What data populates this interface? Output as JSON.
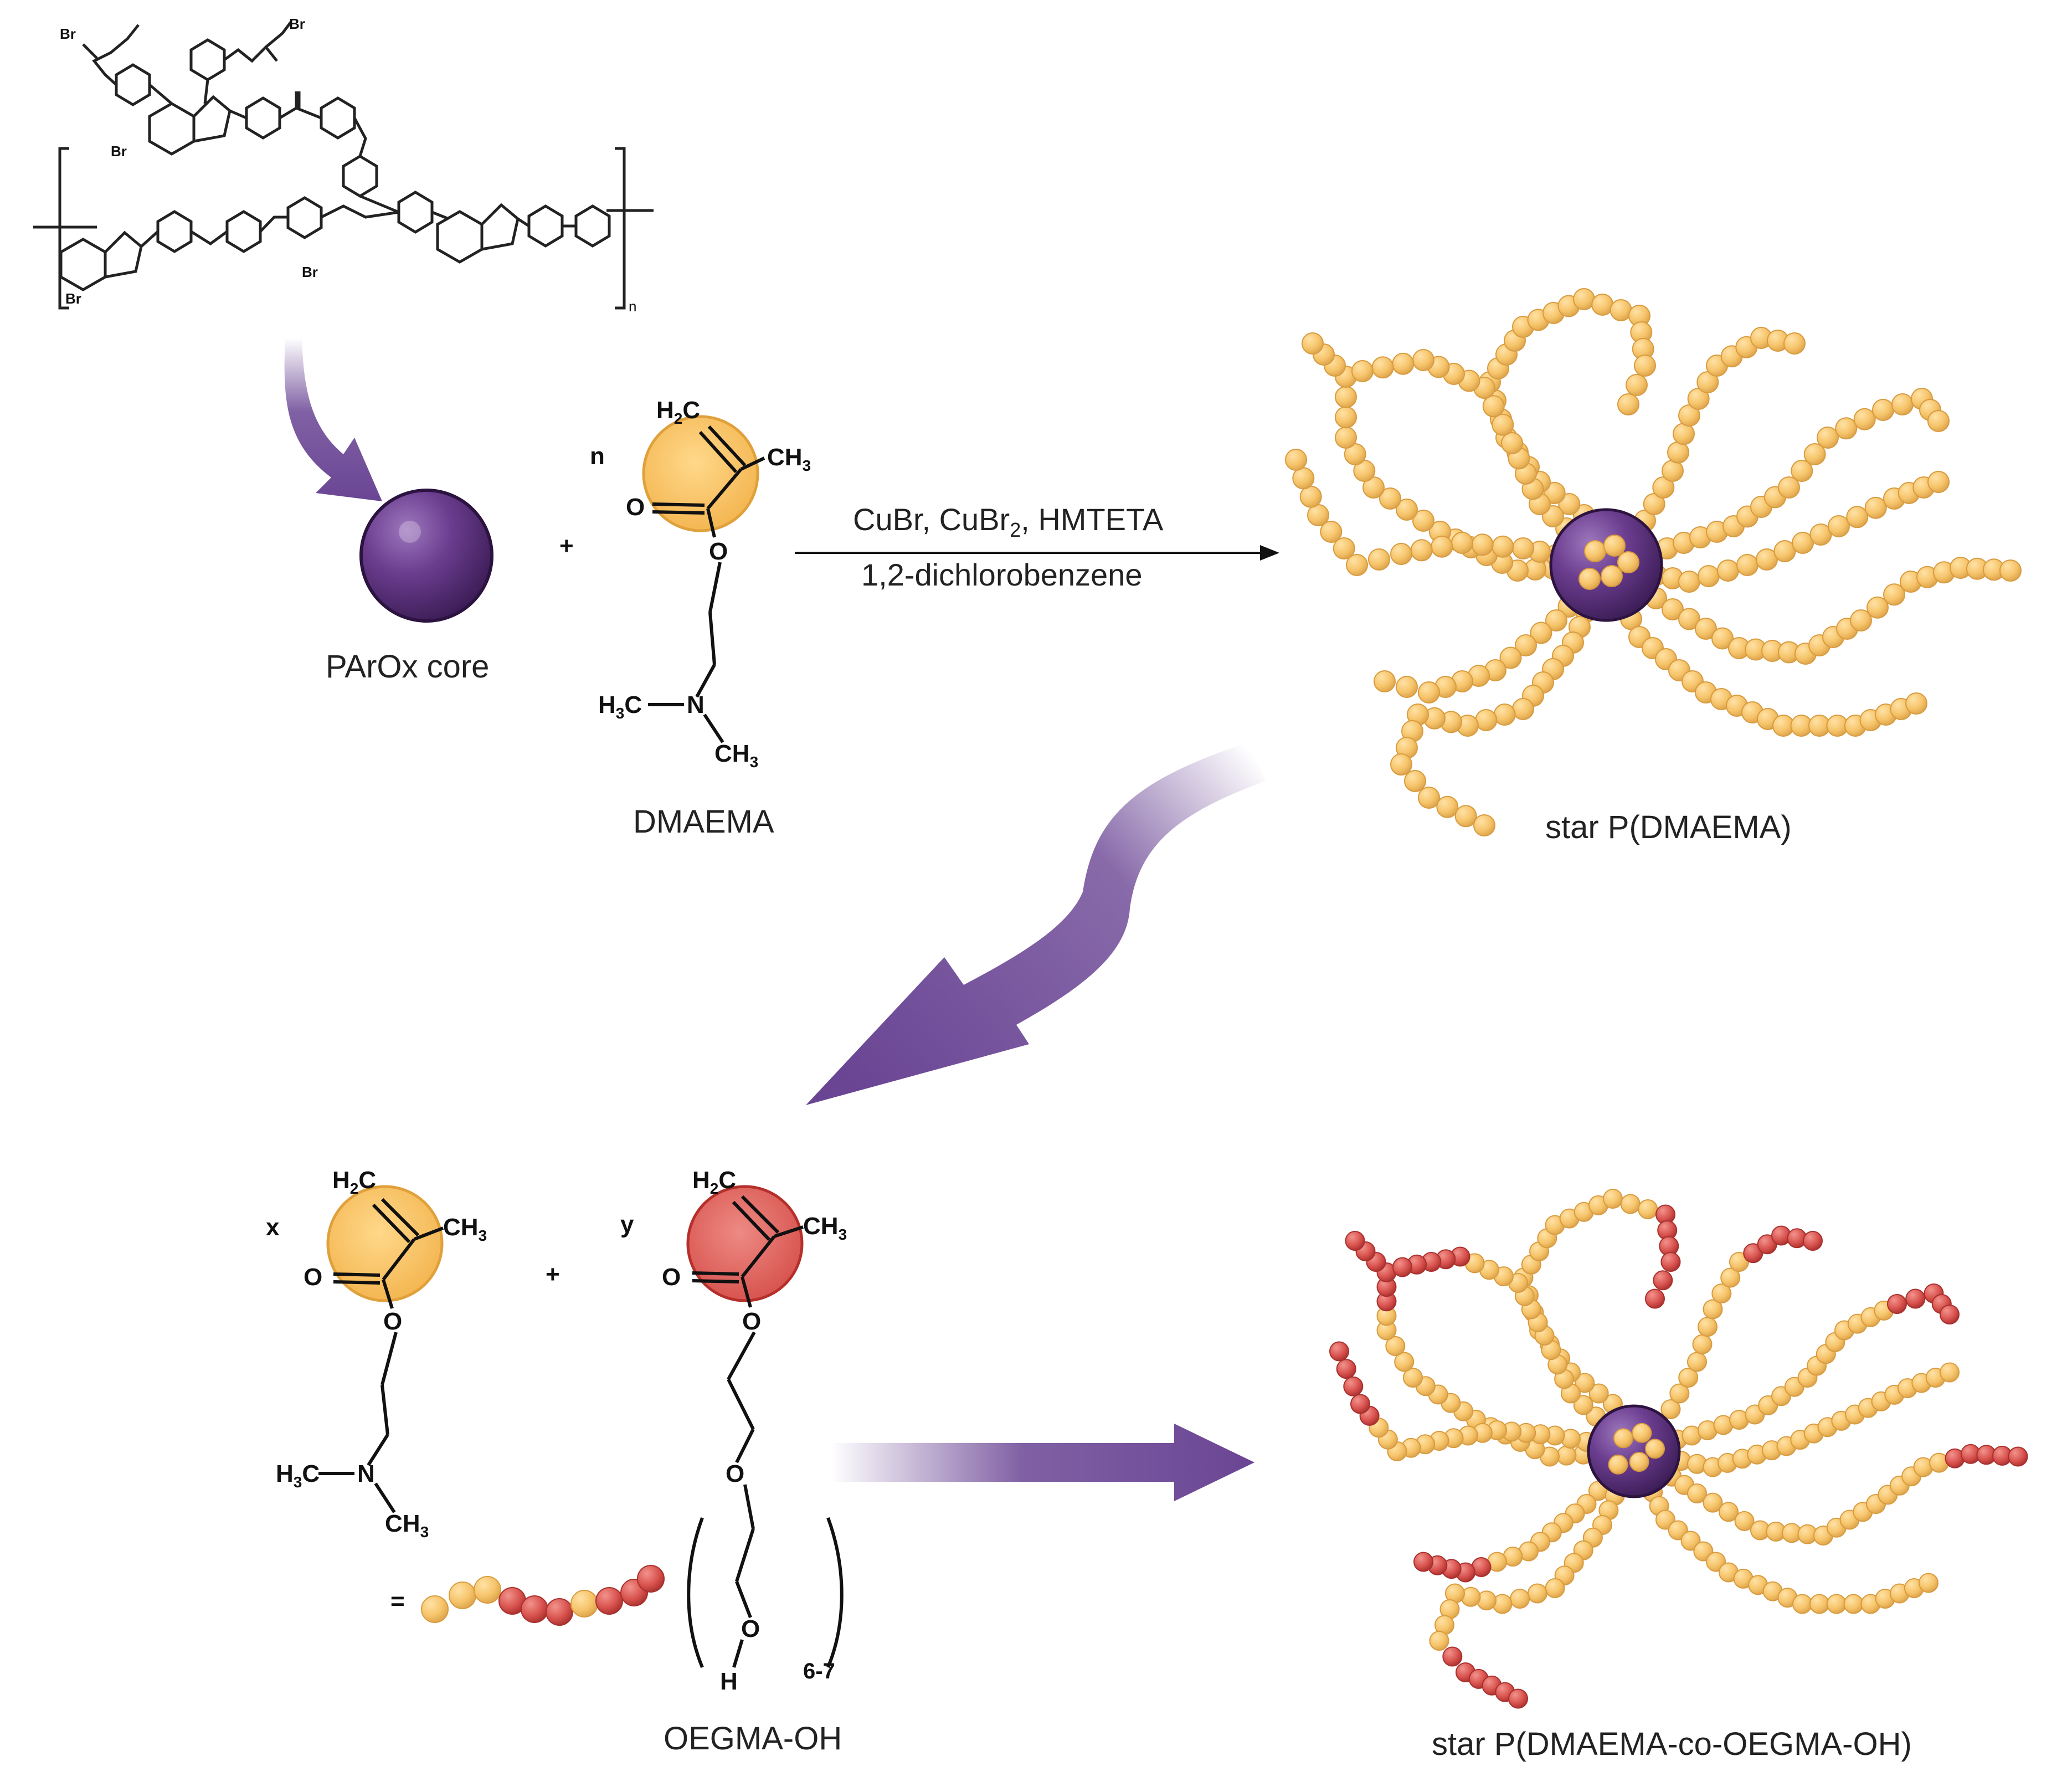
{
  "labels": {
    "core": "PArOx core",
    "monomer1": "DMAEMA",
    "star1": "star P(DMAEMA)",
    "monomer2": "OEGMA-OH",
    "star2": "star P(DMAEMA-co-OEGMA-OH)"
  },
  "reaction": {
    "reagents_prefix": "CuBr, CuBr",
    "reagents_sub": "2",
    "reagents_suffix": ", HMTETA",
    "solvent": "1,2-dichlorobenzene"
  },
  "formula": {
    "n": "n",
    "x": "x",
    "y": "y",
    "plus": "+",
    "equals": "=",
    "H2C": "H",
    "sub2": "2",
    "C": "C",
    "CH3": "CH",
    "sub3": "3",
    "H3C": "H",
    "O": "O",
    "N": "N",
    "H": "H",
    "repeat": "6-7",
    "Br": "Br",
    "polymer_n": "n"
  },
  "colors": {
    "core": "#6b3d8f",
    "dmaema": "#f5c266",
    "oegma": "#d9534f",
    "arrow": "#6a4594"
  }
}
